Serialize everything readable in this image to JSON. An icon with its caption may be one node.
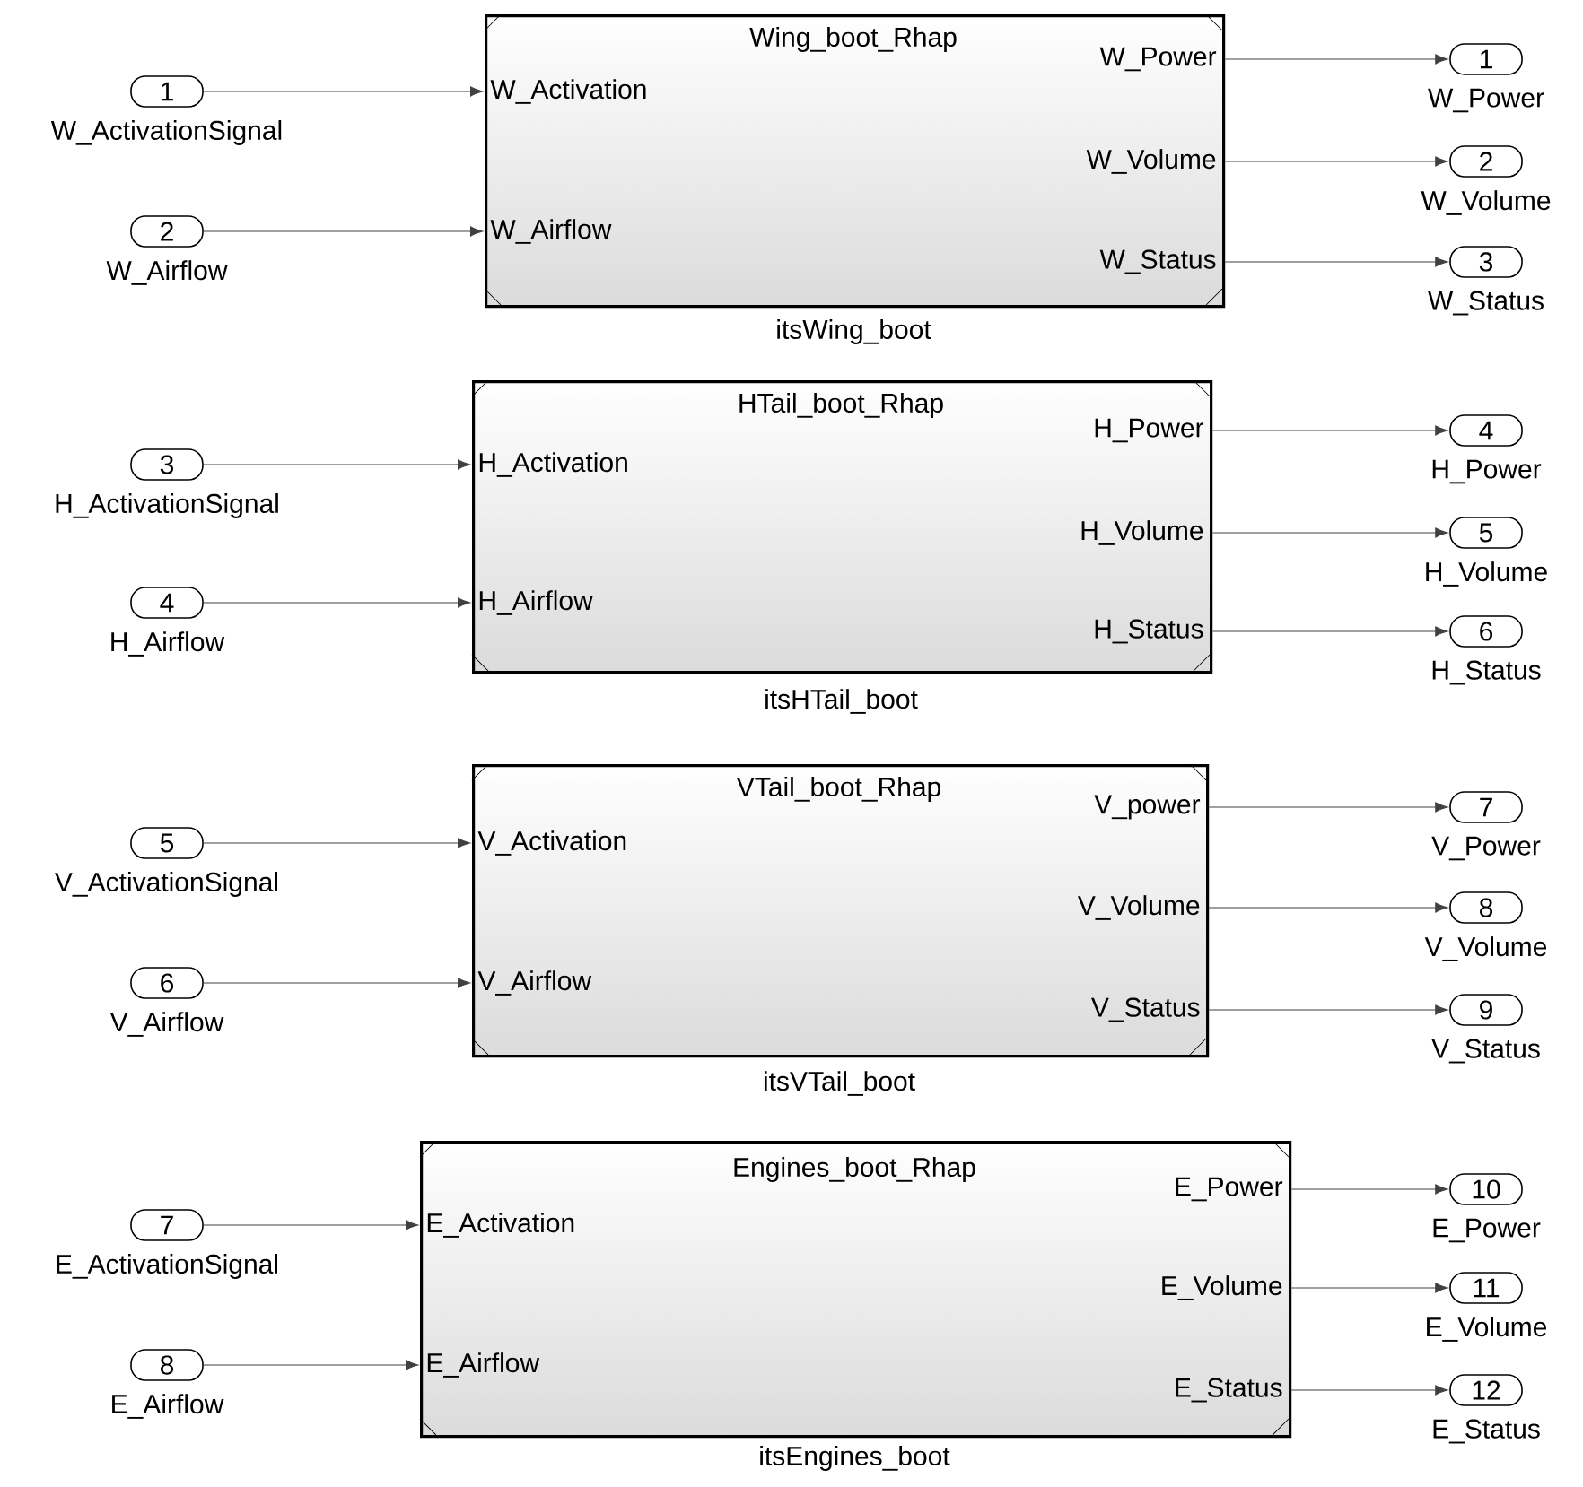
{
  "diagram": {
    "nodes": [
      {
        "text": [
          "1"
        ],
        "beside": [
          "W_ActivationSignal"
        ]
      },
      {
        "text": [
          "2"
        ],
        "beside": [
          "W_Airflow"
        ]
      },
      {
        "text": [
          "Wing_boot_Rhap",
          "W_Activation",
          "W_Airflow",
          "W_Power",
          "W_Volume",
          "W_Status"
        ],
        "beside": [
          "itsWing_boot"
        ]
      },
      {
        "text": [
          "1"
        ],
        "beside": [
          "W_Power"
        ]
      },
      {
        "text": [
          "2"
        ],
        "beside": [
          "W_Volume"
        ]
      },
      {
        "text": [
          "3"
        ],
        "beside": [
          "W_Status"
        ]
      },
      {
        "text": [
          "3"
        ],
        "beside": [
          "H_ActivationSignal"
        ]
      },
      {
        "text": [
          "4"
        ],
        "beside": [
          "H_Airflow"
        ]
      },
      {
        "text": [
          "HTail_boot_Rhap",
          "H_Activation",
          "H_Airflow",
          "H_Power",
          "H_Volume",
          "H_Status"
        ],
        "beside": [
          "itsHTail_boot"
        ]
      },
      {
        "text": [
          "4"
        ],
        "beside": [
          "H_Power"
        ]
      },
      {
        "text": [
          "5"
        ],
        "beside": [
          "H_Volume"
        ]
      },
      {
        "text": [
          "6"
        ],
        "beside": [
          "H_Status"
        ]
      },
      {
        "text": [
          "5"
        ],
        "beside": [
          "V_ActivationSignal"
        ]
      },
      {
        "text": [
          "6"
        ],
        "beside": [
          "V_Airflow"
        ]
      },
      {
        "text": [
          "VTail_boot_Rhap",
          "V_Activation",
          "V_Airflow",
          "V_power",
          "V_Volume",
          "V_Status"
        ],
        "beside": [
          "itsVTail_boot"
        ]
      },
      {
        "text": [
          "7"
        ],
        "beside": [
          "V_Power"
        ]
      },
      {
        "text": [
          "8"
        ],
        "beside": [
          "V_Volume"
        ]
      },
      {
        "text": [
          "9"
        ],
        "beside": [
          "V_Status"
        ]
      },
      {
        "text": [
          "7"
        ],
        "beside": [
          "E_ActivationSignal"
        ]
      },
      {
        "text": [
          "8"
        ],
        "beside": [
          "E_Airflow"
        ]
      },
      {
        "text": [
          "Engines_boot_Rhap",
          "E_Activation",
          "E_Airflow",
          "E_Power",
          "E_Volume",
          "E_Status"
        ],
        "beside": [
          "itsEngines_boot"
        ]
      },
      {
        "text": [
          "10"
        ],
        "beside": [
          "E_Power"
        ]
      },
      {
        "text": [
          "11"
        ],
        "beside": [
          "E_Volume"
        ]
      },
      {
        "text": [
          "12"
        ],
        "beside": [
          "E_Status"
        ]
      }
    ],
    "edges": [
      {
        "from": 0,
        "to": 2,
        "arrow": "to"
      },
      {
        "from": 1,
        "to": 2,
        "arrow": "to"
      },
      {
        "from": 2,
        "to": 3,
        "arrow": "to"
      },
      {
        "from": 2,
        "to": 4,
        "arrow": "to"
      },
      {
        "from": 2,
        "to": 5,
        "arrow": "to"
      },
      {
        "from": 6,
        "to": 8,
        "arrow": "to"
      },
      {
        "from": 7,
        "to": 8,
        "arrow": "to"
      },
      {
        "from": 8,
        "to": 9,
        "arrow": "to"
      },
      {
        "from": 8,
        "to": 10,
        "arrow": "to"
      },
      {
        "from": 8,
        "to": 11,
        "arrow": "to"
      },
      {
        "from": 12,
        "to": 14,
        "arrow": "to"
      },
      {
        "from": 13,
        "to": 14,
        "arrow": "to"
      },
      {
        "from": 14,
        "to": 15,
        "arrow": "to"
      },
      {
        "from": 14,
        "to": 16,
        "arrow": "to"
      },
      {
        "from": 14,
        "to": 17,
        "arrow": "to"
      },
      {
        "from": 18,
        "to": 20,
        "arrow": "to"
      },
      {
        "from": 19,
        "to": 20,
        "arrow": "to"
      },
      {
        "from": 20,
        "to": 21,
        "arrow": "to"
      },
      {
        "from": 20,
        "to": 22,
        "arrow": "to"
      },
      {
        "from": 20,
        "to": 23,
        "arrow": "to"
      }
    ]
  }
}
